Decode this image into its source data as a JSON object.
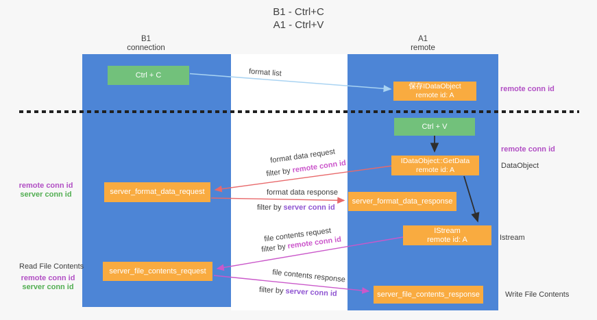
{
  "title": {
    "line1": "B1 - Ctrl+C",
    "line2": "A1 - Ctrl+V"
  },
  "lanes": {
    "left": {
      "title": "B1",
      "subtitle": "connection"
    },
    "right": {
      "title": "A1",
      "subtitle": "remote"
    }
  },
  "nodes": {
    "ctrl_c": {
      "label": "Ctrl + C"
    },
    "save_dataobject": {
      "line1": "保存IDataObject",
      "line2": "remote id: A"
    },
    "ctrl_v": {
      "label": "Ctrl + V"
    },
    "getdata": {
      "line1": "IDataObject::GetData",
      "line2": "remote id: A"
    },
    "istream": {
      "line1": "IStream",
      "line2": "remote id: A"
    },
    "server_format_data_request": {
      "label": "server_format_data_request"
    },
    "server_format_data_response": {
      "label": "server_format_data_response"
    },
    "server_file_contents_request": {
      "label": "server_file_contents_request"
    },
    "server_file_contents_response": {
      "label": "server_file_contents_response"
    }
  },
  "flow_labels": {
    "format_list": "format list",
    "format_data_request": "format data request",
    "format_data_response": "format data response",
    "file_contents_request": "file contents request",
    "file_contents_response": "file contents response",
    "filter_by": "filter by ",
    "remote_conn_id": "remote conn id",
    "server_conn_id": "server conn id"
  },
  "side_labels": {
    "right_remote_conn_id_1": "remote conn id",
    "right_remote_conn_id_2": "remote conn id",
    "dataobject": "DataObject",
    "istream": "Istream",
    "write_file_contents": "Write File Contents",
    "left_remote_conn_id_1": "remote conn id",
    "left_server_conn_id_1": "server conn id",
    "read_file_contents": "Read File Contents",
    "left_remote_conn_id_2": "remote conn id",
    "left_server_conn_id_2": "server conn id"
  },
  "colors": {
    "lane_blue": "#4d85d6",
    "node_green": "#72c17b",
    "node_orange": "#f9ab40",
    "label_purple": "#b14fc4",
    "label_green": "#52ae52",
    "label_magenta": "#cb56cb",
    "label_violet": "#8f55d2",
    "arrow_blue": "#a9d3f2",
    "arrow_red": "#e8696b",
    "arrow_magenta": "#ca58ca",
    "arrow_black": "#2e2e2e",
    "background": "#f7f7f7"
  }
}
